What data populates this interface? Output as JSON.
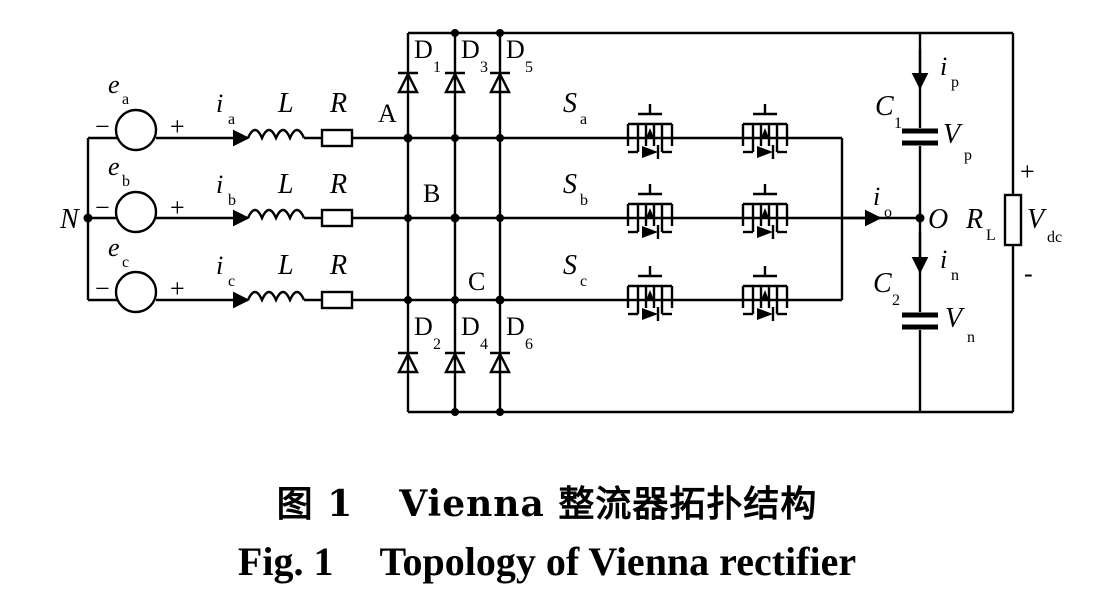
{
  "diagram": {
    "phases": [
      {
        "e": "e",
        "e_sub": "a",
        "i": "i",
        "i_sub": "a",
        "L": "L",
        "R": "R",
        "node": "A",
        "S": "S",
        "S_sub": "a"
      },
      {
        "e": "e",
        "e_sub": "b",
        "i": "i",
        "i_sub": "b",
        "L": "L",
        "R": "R",
        "node": "B",
        "S": "S",
        "S_sub": "b"
      },
      {
        "e": "e",
        "e_sub": "c",
        "i": "i",
        "i_sub": "c",
        "L": "L",
        "R": "R",
        "node": "C",
        "S": "S",
        "S_sub": "c"
      }
    ],
    "source_minus": "−",
    "source_plus": "+",
    "neutral": "N",
    "diodes_top": [
      {
        "D": "D",
        "sub": "1"
      },
      {
        "D": "D",
        "sub": "3"
      },
      {
        "D": "D",
        "sub": "5"
      }
    ],
    "diodes_bottom": [
      {
        "D": "D",
        "sub": "2"
      },
      {
        "D": "D",
        "sub": "4"
      },
      {
        "D": "D",
        "sub": "6"
      }
    ],
    "c1": {
      "C": "C",
      "sub": "1"
    },
    "c2": {
      "C": "C",
      "sub": "2"
    },
    "vp": {
      "V": "V",
      "sub": "p"
    },
    "vn": {
      "V": "V",
      "sub": "n"
    },
    "ip": {
      "i": "i",
      "sub": "p"
    },
    "in": {
      "i": "i",
      "sub": "n"
    },
    "io": {
      "i": "i",
      "sub": "o"
    },
    "midpoint": "O",
    "rl": {
      "R": "R",
      "sub": "L"
    },
    "vdc": {
      "V": "V",
      "sub": "dc"
    },
    "plus": "+",
    "minus": "-"
  },
  "caption": {
    "cn_fig": "图 1",
    "cn_text": "Vienna 整流器拓扑结构",
    "en_fig": "Fig. 1",
    "en_text": "Topology of Vienna rectifier"
  }
}
